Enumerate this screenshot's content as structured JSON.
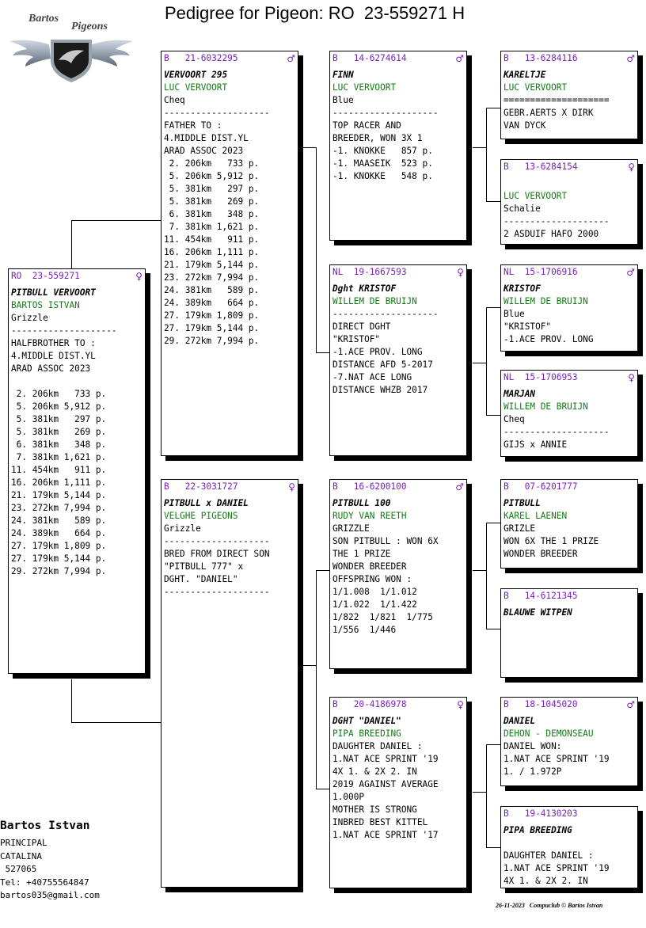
{
  "title": "Pedigree for Pigeon: RO  23-559271 H",
  "logo": {
    "text_top": "Bartos",
    "text_bottom": "Pigeons"
  },
  "cards": {
    "subject": {
      "ring": "RO  23-559271",
      "sex": "♀",
      "name": "PITBULL VERVOORT",
      "breeder": "BARTOS ISTVAN",
      "lines": [
        "Grizzle",
        "--------------------",
        "HALFBROTHER TO :",
        "4.MIDDLE DIST.YL",
        "ARAD ASSOC 2023",
        "",
        " 2. 206km   733 p.",
        " 5. 206km 5,912 p.",
        " 5. 381km   297 p.",
        " 5. 381km   269 p.",
        " 6. 381km   348 p.",
        " 7. 381km 1,621 p.",
        "11. 454km   911 p.",
        "16. 206km 1,111 p.",
        "21. 179km 5,144 p.",
        "23. 272km 7,994 p.",
        "24. 381km   589 p.",
        "24. 389km   664 p.",
        "27. 179km 1,809 p.",
        "27. 179km 5,144 p.",
        "29. 272km 7,994 p."
      ]
    },
    "father": {
      "ring": "B   21-6032295",
      "sex": "♂",
      "name": "VERVOORT 295",
      "breeder": "LUC VERVOORT",
      "lines": [
        "Cheq",
        "--------------------",
        "FATHER TO :",
        "4.MIDDLE DIST.YL",
        "ARAD ASSOC 2023",
        " 2. 206km   733 p.",
        " 5. 206km 5,912 p.",
        " 5. 381km   297 p.",
        " 5. 381km   269 p.",
        " 6. 381km   348 p.",
        " 7. 381km 1,621 p.",
        "11. 454km   911 p.",
        "16. 206km 1,111 p.",
        "21. 179km 5,144 p.",
        "23. 272km 7,994 p.",
        "24. 381km   589 p.",
        "24. 389km   664 p.",
        "27. 179km 1,809 p.",
        "27. 179km 5,144 p.",
        "29. 272km 7,994 p."
      ]
    },
    "mother": {
      "ring": "B   22-3031727",
      "sex": "♀",
      "name": "PITBULL x DANIEL",
      "breeder": "VELGHE PIGEONS",
      "lines": [
        "Grizzle",
        "--------------------",
        "BRED FROM DIRECT SON",
        "\"PITBULL 777\" x",
        "DGHT. \"DANIEL\"",
        "--------------------"
      ]
    },
    "ff": {
      "ring": "B   14-6274614",
      "sex": "♂",
      "name": "FINN",
      "breeder": "LUC VERVOORT",
      "lines": [
        "Blue",
        "--------------------",
        "TOP RACER AND",
        "BREEDER, WON 3X 1",
        "-1. KNOKKE   857 p.",
        "-1. MAASEIK  523 p.",
        "-1. KNOKKE   548 p."
      ]
    },
    "fm": {
      "ring": "NL  19-1667593",
      "sex": "♀",
      "name": "Dght KRISTOF",
      "breeder": "WILLEM DE BRUIJN",
      "lines": [
        "--------------------",
        "DIRECT DGHT",
        "\"KRISTOF\"",
        "-1.ACE PROV. LONG",
        "DISTANCE AFD 5-2017",
        "-7.NAT ACE LONG",
        "DISTANCE WHZB 2017"
      ]
    },
    "mf": {
      "ring": "B   16-6200100",
      "sex": "♂",
      "name": "PITBULL 100",
      "breeder": "RUDY VAN REETH",
      "lines": [
        "GRIZZLE",
        "SON PITBULL : WON 6X",
        "THE 1 PRIZE",
        "WONDER BREEDER",
        "OFFSPRING WON :",
        "1/1.008  1/1.012",
        "1/1.022  1/1.422",
        "1/822  1/821  1/775",
        "1/556  1/446"
      ]
    },
    "mm": {
      "ring": "B   20-4186978",
      "sex": "♀",
      "name": "DGHT \"DANIEL\"",
      "breeder": "PIPA BREEDING",
      "lines": [
        "DAUGHTER DANIEL :",
        "1.NAT ACE SPRINT '19",
        "4X 1. & 2X 2. IN",
        "2019 AGAINST AVERAGE",
        "1.000P",
        "MOTHER IS STRONG",
        "INBRED BEST KITTEL",
        "1.NAT ACE SPRINT '17"
      ]
    },
    "fff": {
      "ring": "B   13-6284116",
      "sex": "♂",
      "name": "KARELTJE",
      "breeder": "LUC VERVOORT",
      "lines": [
        "====================",
        "GEBR.AERTS X DIRK",
        "VAN DYCK"
      ]
    },
    "ffm": {
      "ring": "B   13-6284154",
      "sex": "♀",
      "name": "",
      "breeder": "LUC VERVOORT",
      "lines": [
        "Schalie",
        "--------------------",
        "2 ASDUIF HAFO 2000"
      ]
    },
    "fmf": {
      "ring": "NL  15-1706916",
      "sex": "♂",
      "name": "KRISTOF",
      "breeder": "WILLEM DE BRUIJN",
      "lines": [
        "Blue",
        "\"KRISTOF\"",
        "-1.ACE PROV. LONG"
      ]
    },
    "fmm": {
      "ring": "NL  15-1706953",
      "sex": "♀",
      "name": "MARJAN",
      "breeder": "WILLEM DE BRUIJN",
      "lines": [
        "Cheq",
        "--------------------",
        "GIJS x ANNIE"
      ]
    },
    "mff": {
      "ring": "B   07-6201777",
      "sex": "",
      "name": "PITBULL",
      "breeder": "KAREL LAENEN",
      "lines": [
        "GRIZLE",
        "WON 6X THE 1 PRIZE",
        "WONDER BREEDER"
      ]
    },
    "mfm": {
      "ring": "B   14-6121345",
      "sex": "",
      "name": "BLAUWE WITPEN",
      "breeder": "",
      "lines": []
    },
    "mmf": {
      "ring": "B   18-1045020",
      "sex": "♂",
      "name": "DANIEL",
      "breeder": "DEHON - DEMONSEAU",
      "lines": [
        "DANIEL WON:",
        "1.NAT ACE SPRINT '19",
        "1. / 1.972P"
      ]
    },
    "mmm": {
      "ring": "B   19-4130203",
      "sex": "",
      "name": "PIPA BREEDING",
      "breeder": "",
      "lines": [
        "DAUGHTER DANIEL :",
        "1.NAT ACE SPRINT '19",
        "4X 1. & 2X 2. IN"
      ]
    }
  },
  "owner": {
    "name": "Bartos Istvan",
    "lines": [
      "PRINCIPAL",
      "CATALINA",
      " 527065",
      "Tel: +40755564847",
      "bartos035@gmail.com"
    ]
  },
  "footer": "26-11-2023   Compuclub © Bartos Istvan"
}
